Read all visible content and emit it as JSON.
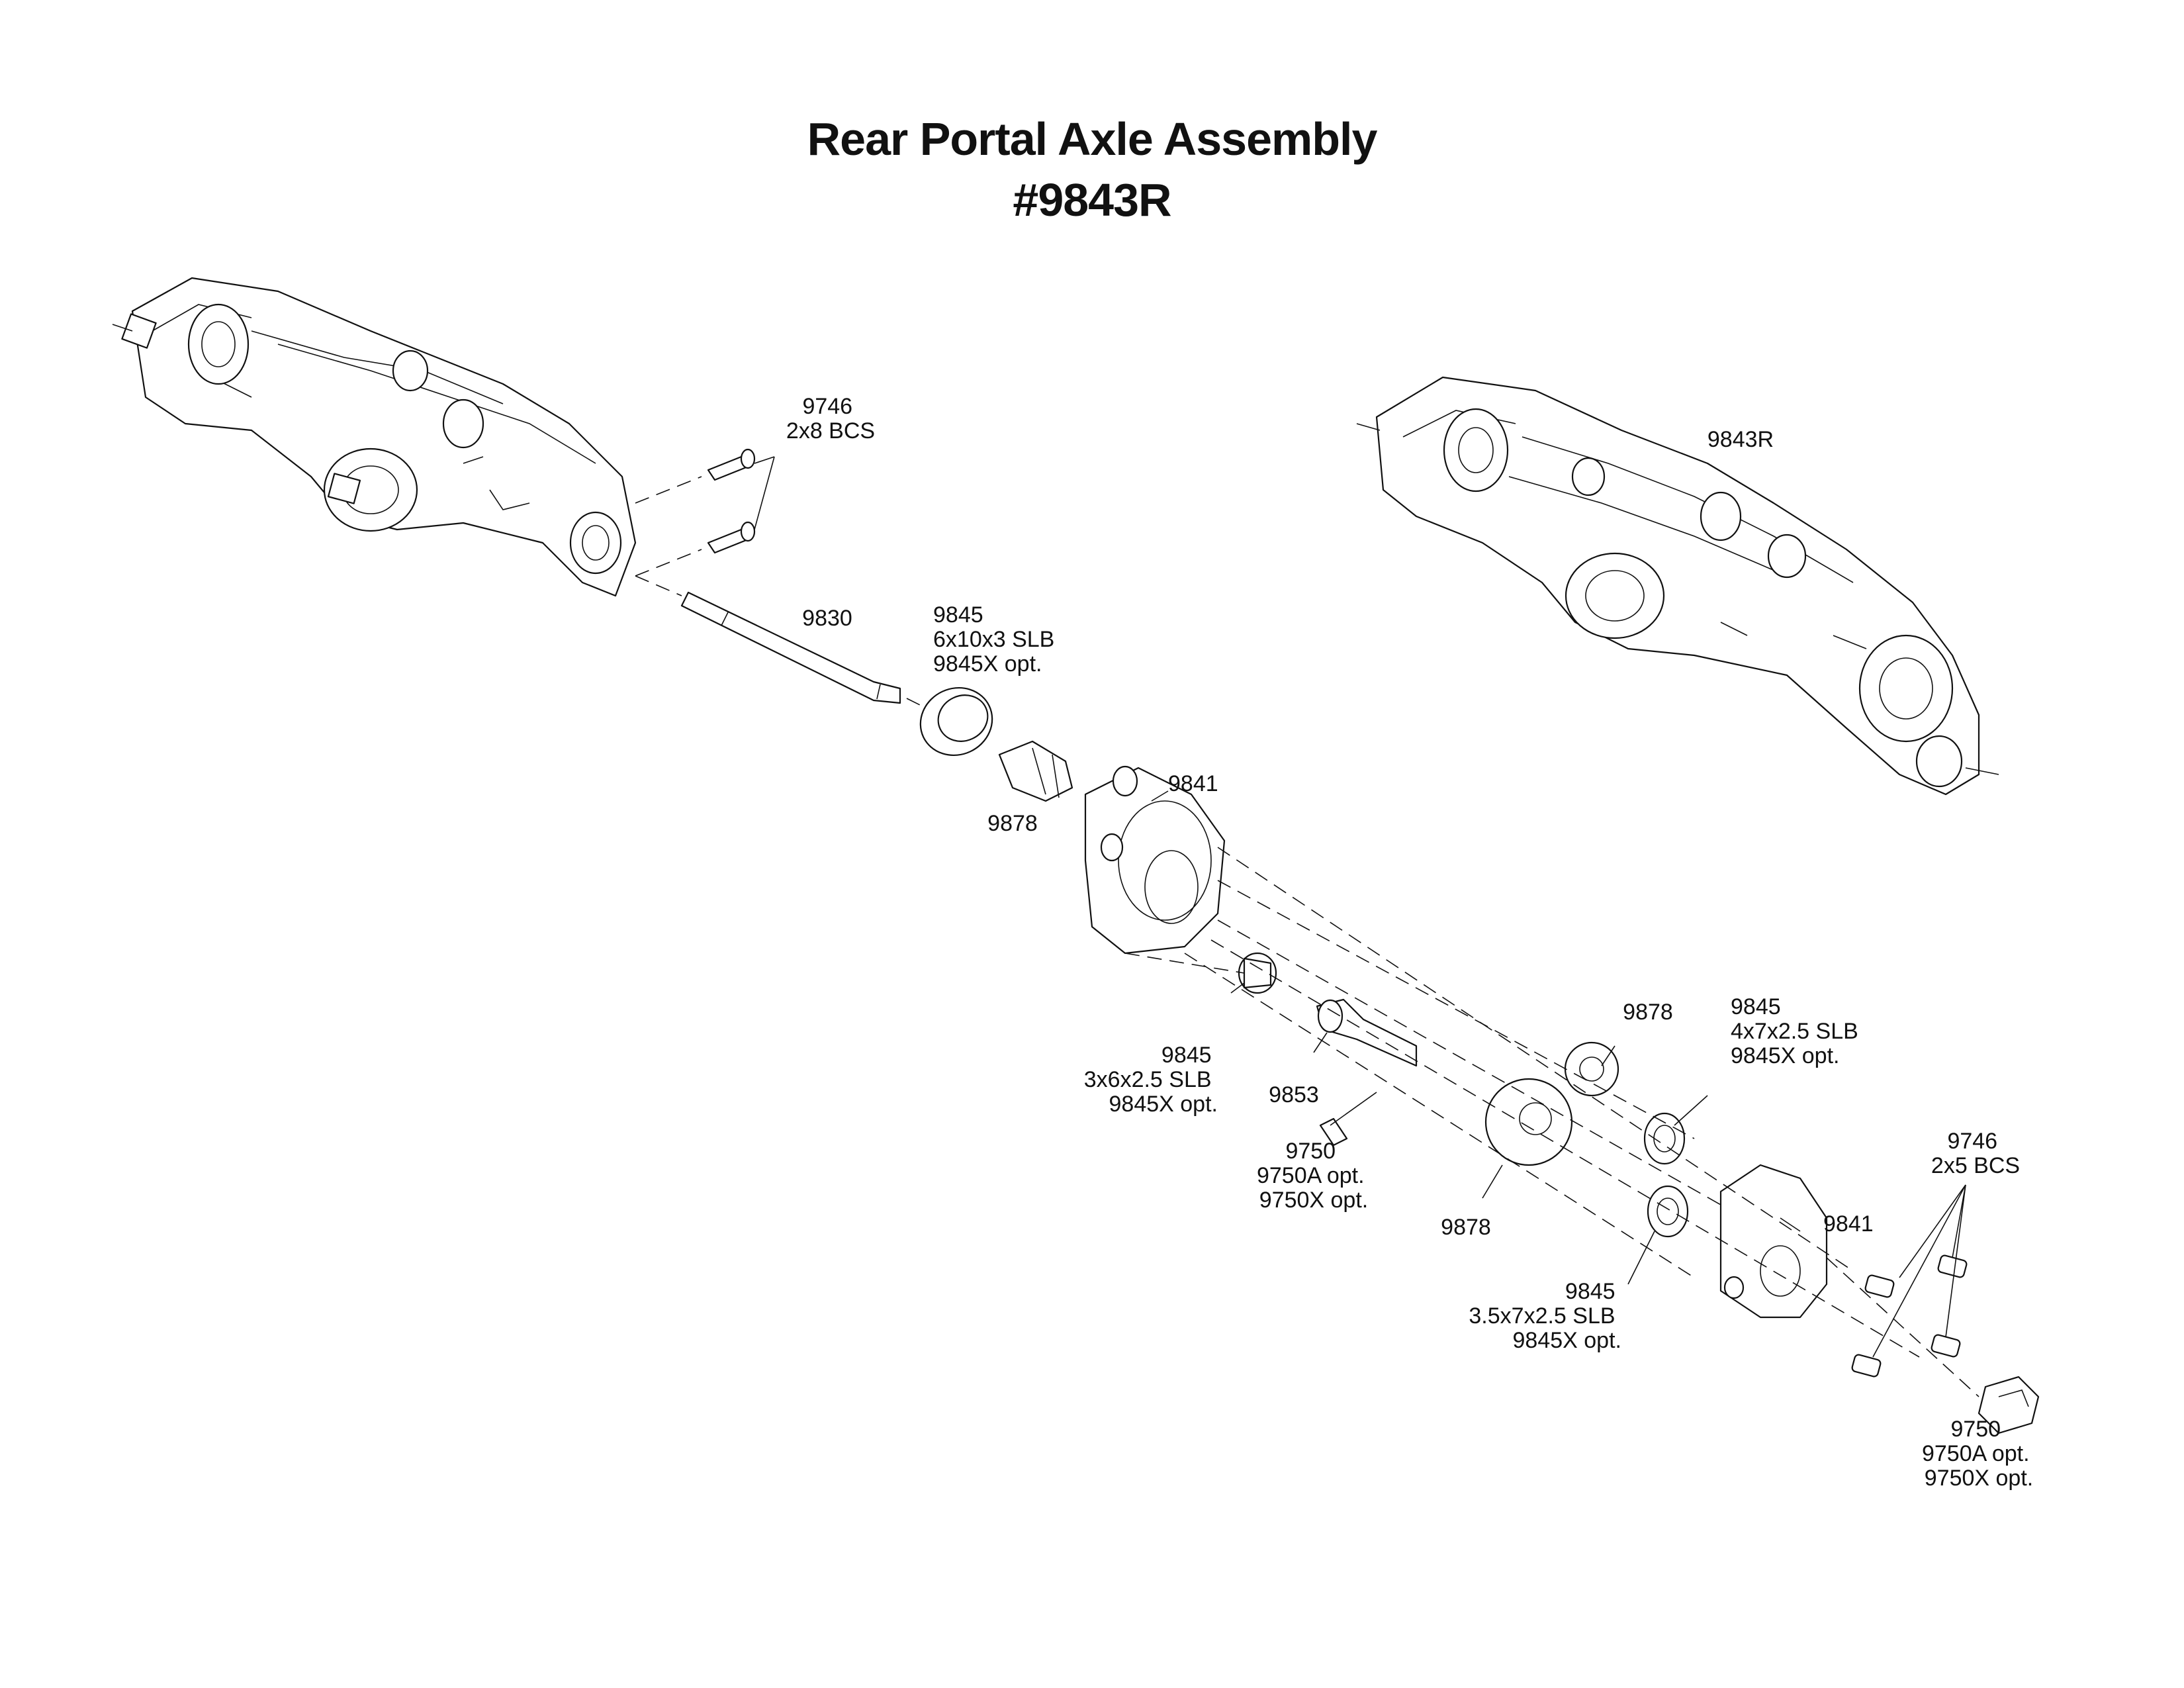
{
  "title": {
    "line1": "Rear Portal Axle Assembly",
    "line2": "#9843R"
  },
  "labels": {
    "screws_top": [
      "9746",
      "2x8 BCS"
    ],
    "axle_complete": [
      "9843R"
    ],
    "axle_shaft": [
      "9830"
    ],
    "bearing_large": [
      "9845",
      "6x10x3 SLB",
      "9845X opt."
    ],
    "gear_input": [
      "9878"
    ],
    "housing_inner": [
      "9841"
    ],
    "bearing_small_left": [
      "9845",
      "3x6x2.5 SLB",
      "9845X opt."
    ],
    "stub_shaft": [
      "9853"
    ],
    "pin": [
      "9750",
      "9750A opt.",
      "9750X opt."
    ],
    "gear_small": [
      "9878"
    ],
    "bearing_mid": [
      "9845",
      "4x7x2.5 SLB",
      "9845X opt."
    ],
    "gear_large": [
      "9878"
    ],
    "housing_outer": [
      "9841"
    ],
    "screws_bottom": [
      "9746",
      "2x5 BCS"
    ],
    "bearing_lower": [
      "9845",
      "3.5x7x2.5 SLB",
      "9845X opt."
    ],
    "hex_hub": [
      "9750",
      "9750A opt.",
      "9750X opt."
    ]
  }
}
